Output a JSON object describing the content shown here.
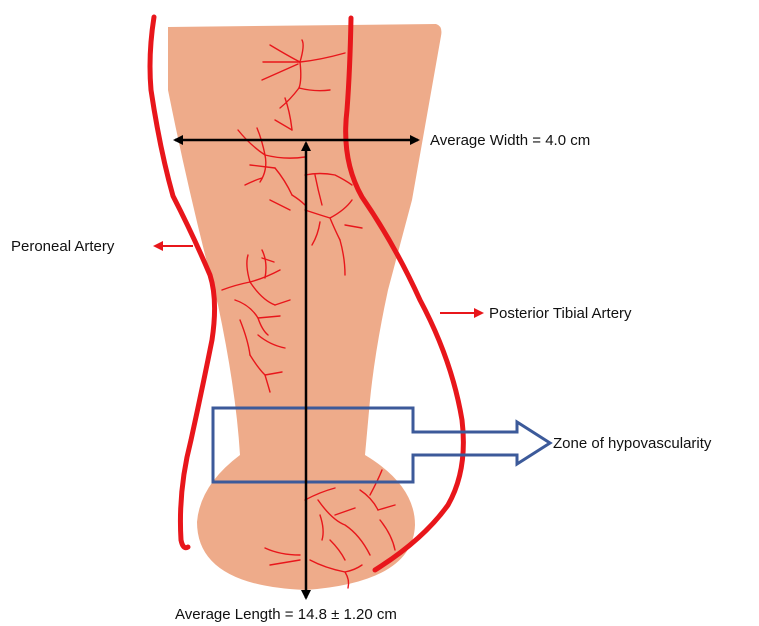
{
  "labels": {
    "average_width": "Average Width = 4.0 cm",
    "average_length": "Average Length = 14.8 ± 1.20 cm",
    "peroneal_artery": "Peroneal Artery",
    "posterior_tibial_artery": "Posterior Tibial Artery",
    "zone_of_hypovascularity": "Zone of hypovascularity"
  },
  "colors": {
    "tendon_fill": "#eeab8a",
    "artery": "#e8161b",
    "zone_outline": "#3c5a9a",
    "measure_arrow": "#000000"
  }
}
